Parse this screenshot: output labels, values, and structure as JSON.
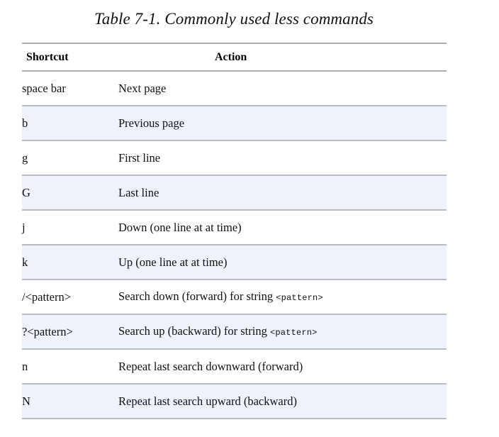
{
  "title": "Table 7-1. Commonly used less commands",
  "table": {
    "columns": [
      "Shortcut",
      "Action"
    ],
    "rows": [
      {
        "shortcut": "space bar",
        "action": "Next page",
        "action_code": ""
      },
      {
        "shortcut": "b",
        "action": "Previous page",
        "action_code": ""
      },
      {
        "shortcut": "g",
        "action": "First line",
        "action_code": ""
      },
      {
        "shortcut": "G",
        "action": "Last line",
        "action_code": ""
      },
      {
        "shortcut": "j",
        "action": "Down (one line at at time)",
        "action_code": ""
      },
      {
        "shortcut": "k",
        "action": "Up (one line at at time)",
        "action_code": ""
      },
      {
        "shortcut": "/<pattern>",
        "action": "Search down (forward) for string ",
        "action_code": "<pattern>"
      },
      {
        "shortcut": "?<pattern>",
        "action": "Search up (backward) for string ",
        "action_code": "<pattern>"
      },
      {
        "shortcut": "n",
        "action": "Repeat last search downward (forward)",
        "action_code": ""
      },
      {
        "shortcut": "N",
        "action": "Repeat last search upward (backward)",
        "action_code": ""
      }
    ]
  },
  "colors": {
    "page_background": "#ffffff",
    "row_shaded_background": "#eef2fa",
    "row_plain_background": "#ffffff",
    "rule_header": "#a9acb3",
    "rule_row": "#b9bcc4",
    "text": "#111111"
  }
}
